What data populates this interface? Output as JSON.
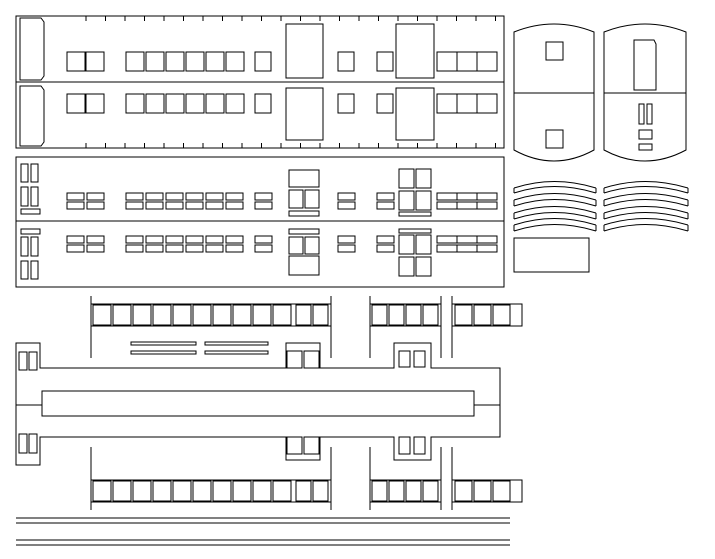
{
  "drawing": {
    "stroke_color": "#000000",
    "background_color": "#ffffff",
    "parts": [
      {
        "id": "side-wall-panel",
        "type": "line-art"
      },
      {
        "id": "side-wall-strip-panel",
        "type": "line-art"
      },
      {
        "id": "end-wall-left",
        "type": "line-art"
      },
      {
        "id": "end-wall-right",
        "type": "line-art"
      },
      {
        "id": "roof-curve-strips",
        "type": "line-art"
      },
      {
        "id": "spare-rectangle",
        "type": "line-art"
      },
      {
        "id": "floor-plan",
        "type": "line-art"
      },
      {
        "id": "base-strip-lines",
        "type": "line-art"
      }
    ]
  }
}
